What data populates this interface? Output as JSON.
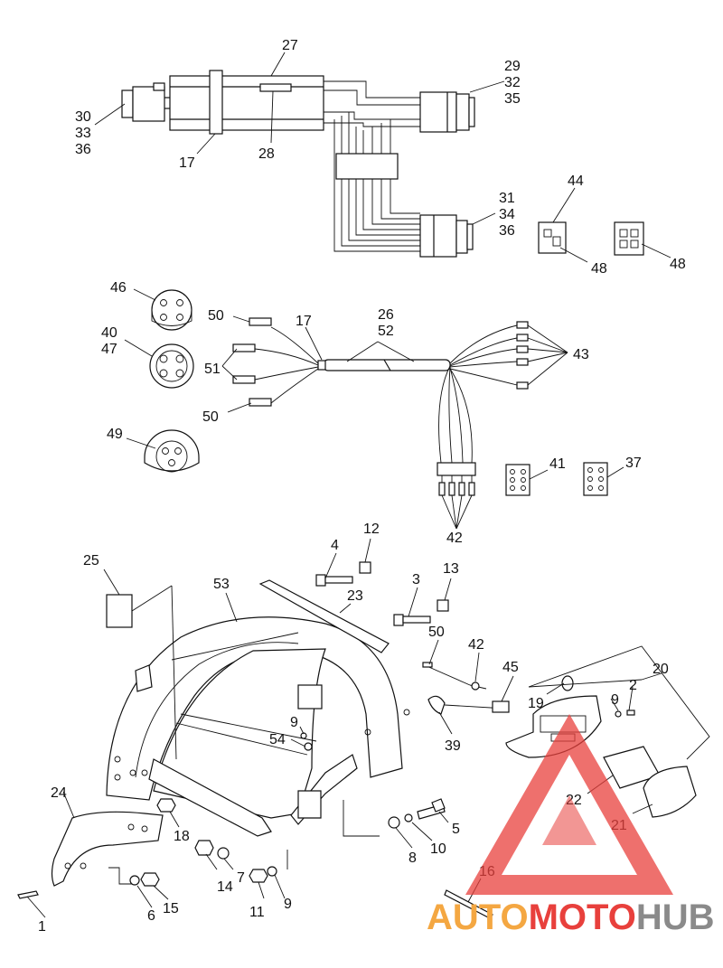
{
  "callouts": {
    "n27": "27",
    "n29": "29",
    "n32a": "32",
    "n35": "35",
    "n30": "30",
    "n33a": "33",
    "n36a": "36",
    "n17a": "17",
    "n28": "28",
    "n31": "31",
    "n34": "34",
    "n36b": "36",
    "n44": "44",
    "n48a": "48",
    "n48b": "48",
    "n46": "46",
    "n50a": "50",
    "n17b": "17",
    "n26": "26",
    "n52": "52",
    "n40": "40",
    "n47": "47",
    "n43": "43",
    "n51": "51",
    "n50b": "50",
    "n49": "49",
    "n41": "41",
    "n37": "37",
    "n42a": "42",
    "n4": "4",
    "n12": "12",
    "n25": "25",
    "n53": "53",
    "n23": "23",
    "n3": "3",
    "n13": "13",
    "n50c": "50",
    "n42b": "42",
    "n45": "45",
    "n20": "20",
    "n2": "2",
    "n9a": "9",
    "n19": "19",
    "n9b": "9",
    "n54": "54",
    "n39": "39",
    "n22": "22",
    "n21": "21",
    "n24": "24",
    "n18": "18",
    "n5": "5",
    "n10": "10",
    "n8": "8",
    "n7": "7",
    "n14": "14",
    "n15": "15",
    "n6": "6",
    "n11": "11",
    "n9c": "9",
    "n16": "16",
    "n1": "1"
  },
  "watermark": {
    "part1": "AUTO",
    "part2": "MOTO",
    "part3": "HUB",
    "color_orange": "#f4a742",
    "color_red": "#e8403c",
    "color_gray": "#8a8a8a"
  }
}
